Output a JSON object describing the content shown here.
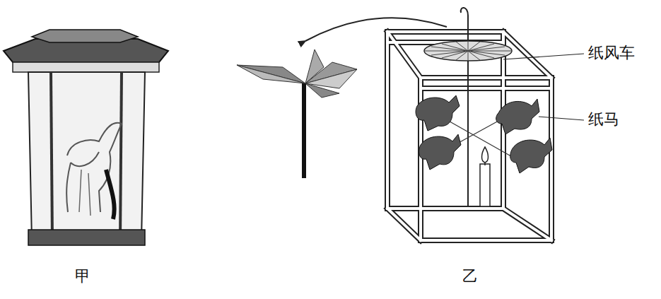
{
  "diagram": {
    "labels": [
      "纸风车",
      "纸马",
      "甲",
      "乙"
    ]
  }
}
